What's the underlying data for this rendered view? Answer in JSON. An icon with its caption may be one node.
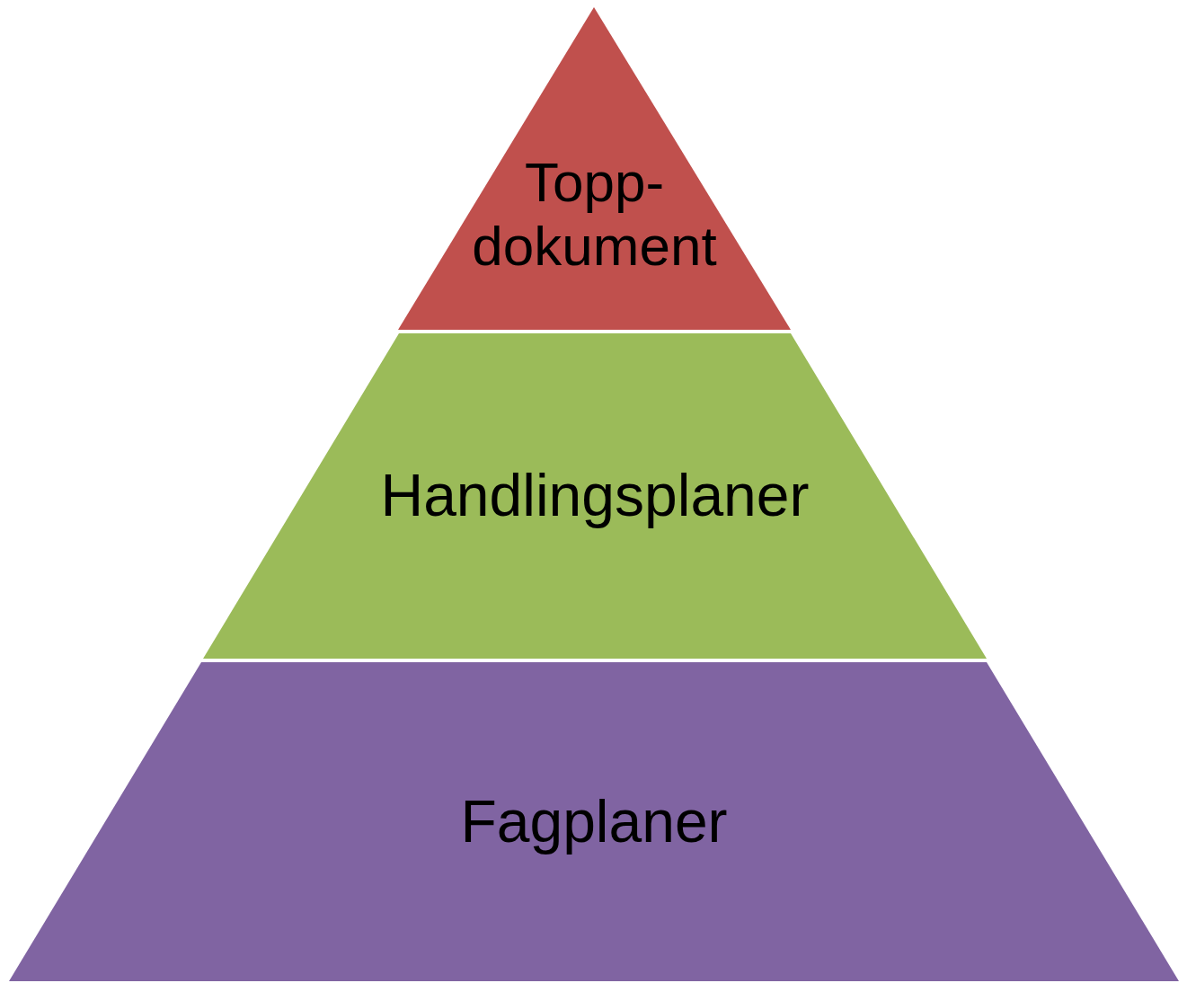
{
  "diagram": {
    "nodes": [
      {
        "text": [
          "Topp- dokument"
        ]
      },
      {
        "text": [
          "Handlingsplaner"
        ]
      },
      {
        "text": [
          "Fagplaner"
        ]
      }
    ]
  }
}
